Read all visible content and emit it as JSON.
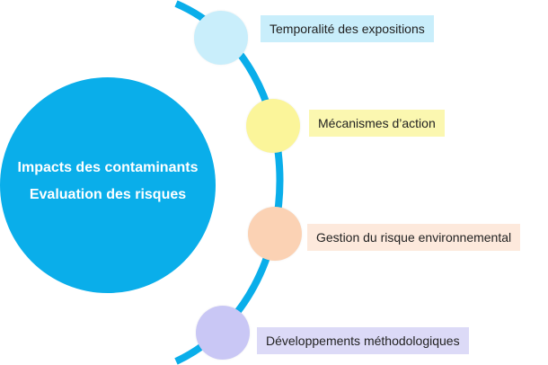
{
  "hub": {
    "line1": "Impacts des contaminants",
    "line2": "Evaluation des risques",
    "color": "#0aaeea"
  },
  "arc_color": "#0aaeea",
  "items": [
    {
      "label": "Temporalité des expositions",
      "circle_color": "#c9eefb",
      "box_color": "#c9eefb"
    },
    {
      "label": "Mécanismes d’action",
      "circle_color": "#fbf59a",
      "box_color": "#fbf7b0"
    },
    {
      "label": "Gestion du risque environnemental",
      "circle_color": "#fbd2b4",
      "box_color": "#fde9dc"
    },
    {
      "label": "Développements méthodologiques",
      "circle_color": "#c9c7f5",
      "box_color": "#dcdaf7"
    }
  ]
}
